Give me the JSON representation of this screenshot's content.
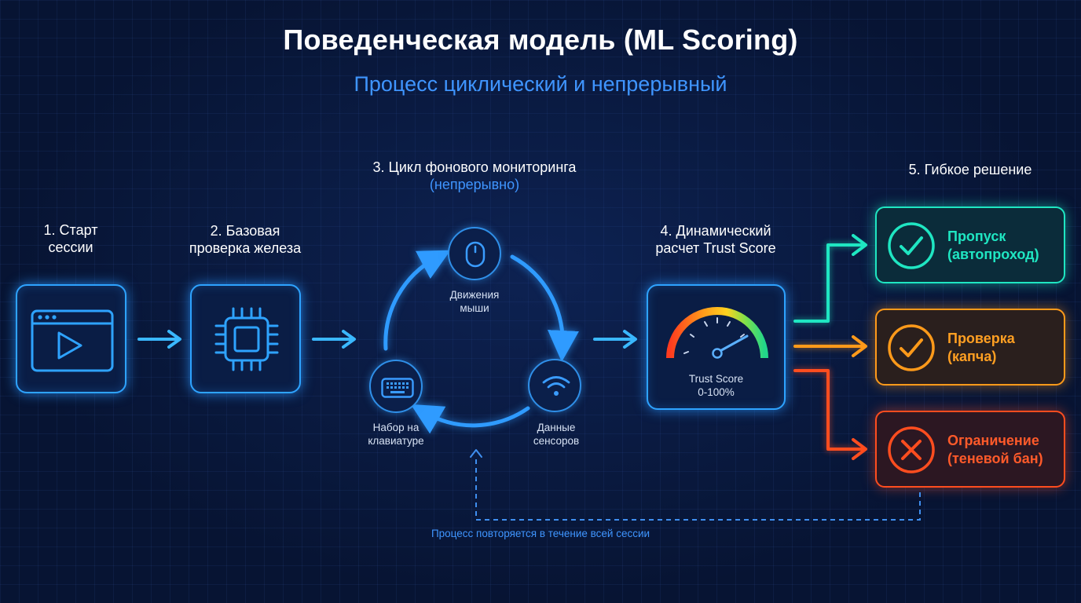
{
  "title": "Поведенческая модель (ML Scoring)",
  "subtitle": "Процесс циклический и непрерывный",
  "steps": {
    "step1": {
      "line1": "1. Старт",
      "line2": "сессии"
    },
    "step2": {
      "line1": "2. Базовая",
      "line2": "проверка железа"
    },
    "step3": {
      "line1": "3. Цикл фонового мониторинга",
      "line2": "(непрерывно)"
    },
    "step4": {
      "line1": "4. Динамический",
      "line2": "расчет Trust Score"
    },
    "step5": {
      "label": "5. Гибкое решение"
    }
  },
  "cycle": {
    "mouse": {
      "line1": "Движения",
      "line2": "мыши",
      "icon": "mouse-icon"
    },
    "sensors": {
      "line1": "Данные",
      "line2": "сенсоров",
      "icon": "wifi-icon"
    },
    "keyboard": {
      "line1": "Набор на",
      "line2": "клавиатуре",
      "icon": "keyboard-icon"
    }
  },
  "trust_score": {
    "line1": "Trust Score",
    "line2": "0-100%"
  },
  "outcomes": [
    {
      "line1": "Пропуск",
      "line2": "(автопроход)",
      "color": "#1fe6c2",
      "icon": "check-circle-icon"
    },
    {
      "line1": "Проверка",
      "line2": "(капча)",
      "color": "#ff9a1a",
      "icon": "check-circle-icon"
    },
    {
      "line1": "Ограничение",
      "line2": "(теневой бан)",
      "color": "#ff4d1f",
      "icon": "x-circle-icon"
    }
  ],
  "footer_note": "Процесс повторяется в течение всей сессии",
  "colors": {
    "accent": "#3f95ff",
    "box_border": "#2ea3ff",
    "background": "#071433"
  }
}
